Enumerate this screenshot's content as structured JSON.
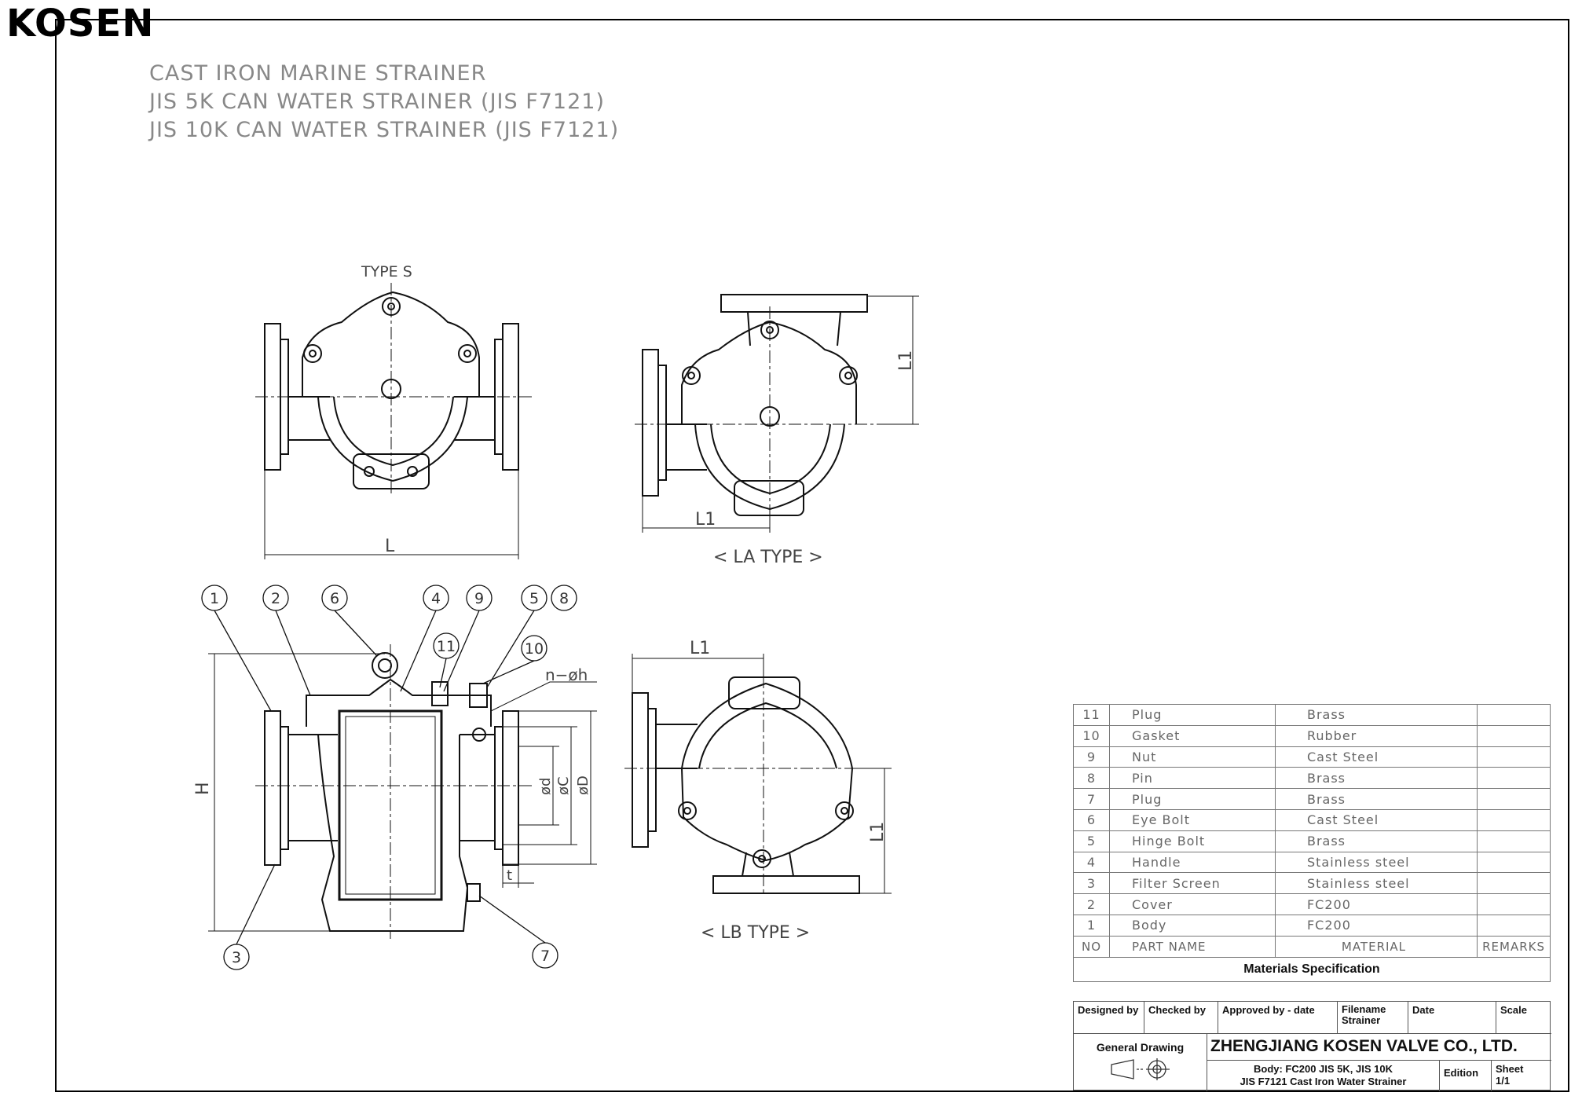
{
  "logo": "KOSEN",
  "titles": [
    "CAST IRON MARINE STRAINER",
    "JIS 5K CAN WATER STRAINER (JIS F7121)",
    "JIS 10K CAN WATER STRAINER (JIS F7121)"
  ],
  "views": {
    "type_s": "TYPE S",
    "la_type": "< LA TYPE >",
    "lb_type": "< LB TYPE >"
  },
  "dimensions": {
    "L": "L",
    "L1": "L1",
    "H": "H",
    "d": "ød",
    "C": "øC",
    "D": "øD",
    "t": "t",
    "nh": "n−øh"
  },
  "balloons": [
    "1",
    "2",
    "6",
    "4",
    "9",
    "5",
    "8",
    "11",
    "10",
    "3",
    "7"
  ],
  "materials": {
    "rows": [
      {
        "no": "11",
        "name": "Plug",
        "material": "Brass",
        "remarks": ""
      },
      {
        "no": "10",
        "name": "Gasket",
        "material": "Rubber",
        "remarks": ""
      },
      {
        "no": "9",
        "name": "Nut",
        "material": "Cast Steel",
        "remarks": ""
      },
      {
        "no": "8",
        "name": "Pin",
        "material": "Brass",
        "remarks": ""
      },
      {
        "no": "7",
        "name": "Plug",
        "material": "Brass",
        "remarks": ""
      },
      {
        "no": "6",
        "name": "Eye Bolt",
        "material": "Cast Steel",
        "remarks": ""
      },
      {
        "no": "5",
        "name": "Hinge Bolt",
        "material": "Brass",
        "remarks": ""
      },
      {
        "no": "4",
        "name": "Handle",
        "material": "Stainless steel",
        "remarks": ""
      },
      {
        "no": "3",
        "name": "Filter Screen",
        "material": "Stainless steel",
        "remarks": ""
      },
      {
        "no": "2",
        "name": "Cover",
        "material": "FC200",
        "remarks": ""
      },
      {
        "no": "1",
        "name": "Body",
        "material": "FC200",
        "remarks": ""
      }
    ],
    "header": {
      "no": "NO",
      "name": "PART  NAME",
      "material": "MATERIAL",
      "remarks": "REMARKS"
    },
    "caption": "Materials Specification"
  },
  "title_block": {
    "designed_by": "Designed by",
    "checked_by": "Checked by",
    "approved_by": "Approved by - date",
    "filename_label": "Filename",
    "filename_value": "Strainer",
    "date": "Date",
    "scale": "Scale",
    "general_drawing": "General Drawing",
    "company": "ZHENGJIANG KOSEN VALVE CO., LTD.",
    "desc_line1": "Body: FC200  JIS 5K, JIS 10K",
    "desc_line2": "JIS F7121 Cast Iron Water Strainer",
    "edition": "Edition",
    "sheet_label": "Sheet",
    "sheet_value": "1/1"
  }
}
